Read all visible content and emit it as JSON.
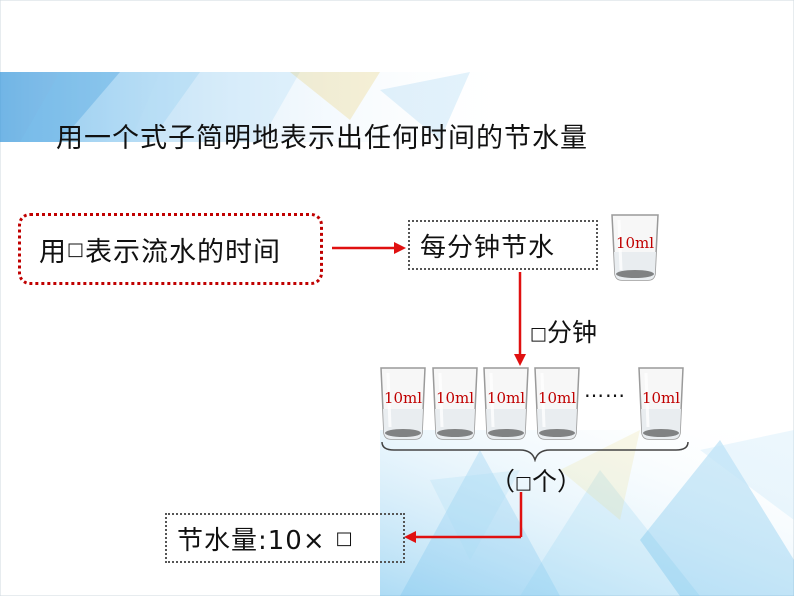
{
  "title": "用一个式子简明地表示出任何时间的节水量",
  "time_box": {
    "prefix": "用",
    "square": "□",
    "suffix": "表示流水的时间"
  },
  "rate_box": {
    "label": "每分钟节水"
  },
  "rate_glass": {
    "label": "10ml"
  },
  "minutes_label": {
    "square": "□",
    "text": "分钟"
  },
  "glasses": [
    {
      "label": "10ml"
    },
    {
      "label": "10ml"
    },
    {
      "label": "10ml"
    },
    {
      "label": "10ml"
    },
    {
      "label": "10ml"
    }
  ],
  "ellipsis": "……",
  "count_label": {
    "open": "（",
    "square": "□",
    "text": "个）"
  },
  "total_box": {
    "label": "节水量:10×",
    "square": "□"
  },
  "colors": {
    "accent_red": "#c00000",
    "text": "#111111",
    "bg_tiles": "#4aa3e0"
  }
}
